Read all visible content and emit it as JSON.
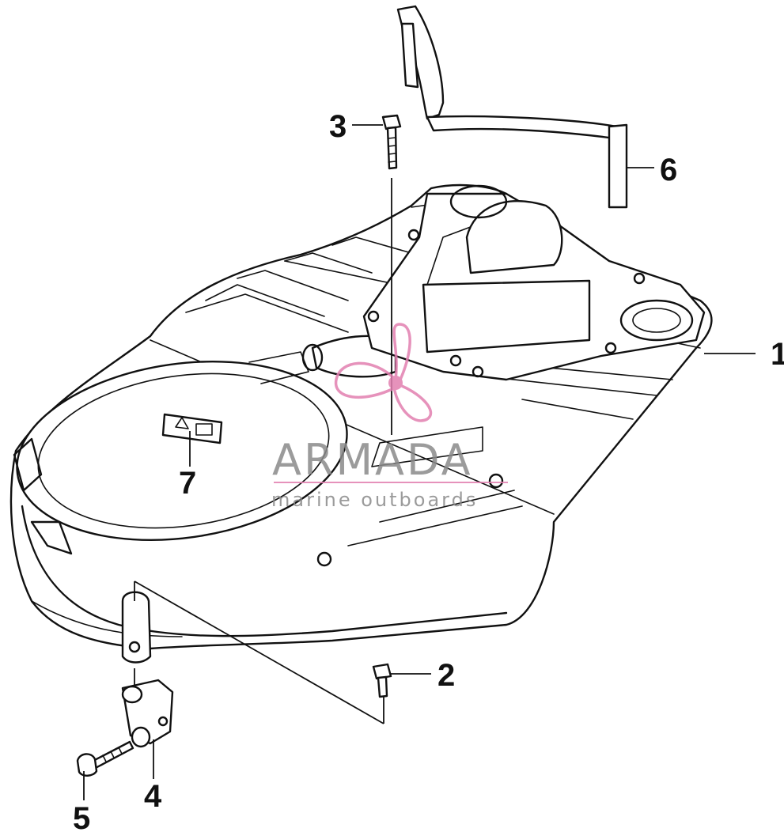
{
  "callouts": {
    "c1": "1",
    "c2": "2",
    "c3": "3",
    "c4": "4",
    "c5": "5",
    "c6": "6",
    "c7": "7"
  },
  "watermark": {
    "brand": "ARMADA",
    "tagline": "marine outboards",
    "logo_icon": "propeller-icon",
    "brand_color": "#8a8a8a",
    "logo_color": "#e27fb0"
  },
  "label_icon": "warning-triangle-icon"
}
